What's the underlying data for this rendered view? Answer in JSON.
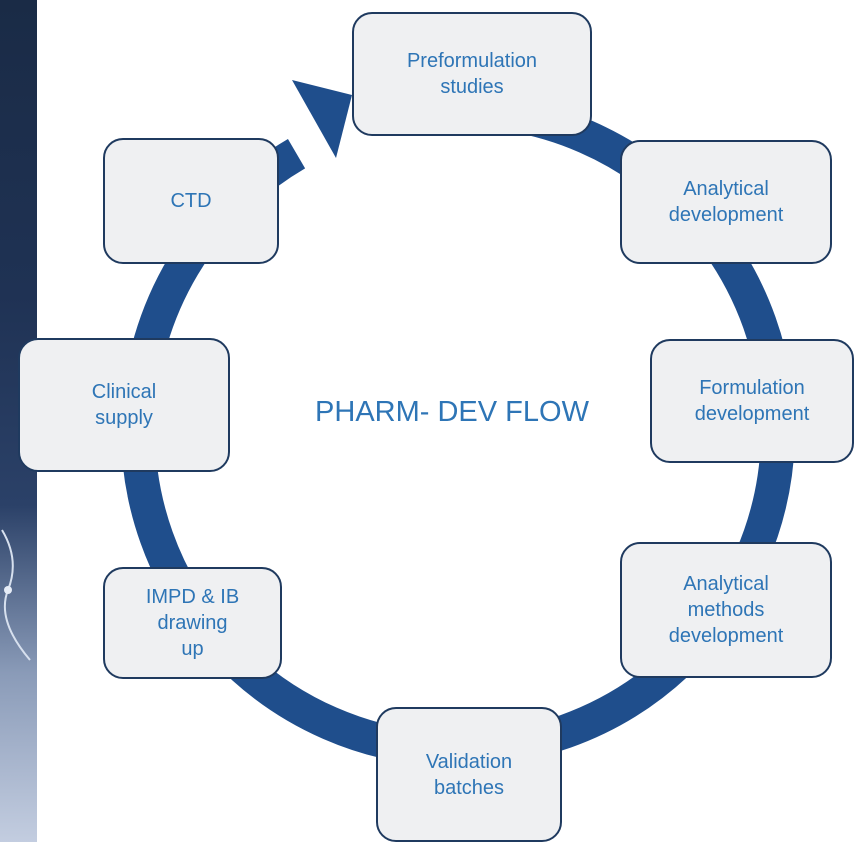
{
  "diagram": {
    "center_label": "PHARM- DEV FLOW",
    "colors": {
      "ring": "#1f4e8c",
      "node_fill": "#eff0f2",
      "node_border": "#1f3a5f",
      "text": "#2e75b6"
    },
    "steps": [
      {
        "label": "Preformulation\nstudies"
      },
      {
        "label": "Analytical\ndevelopment"
      },
      {
        "label": "Formulation\ndevelopment"
      },
      {
        "label": "Analytical\nmethods\ndevelopment"
      },
      {
        "label": "Validation\nbatches"
      },
      {
        "label": "IMPD & IB\ndrawing\nup"
      },
      {
        "label": "Clinical\nsupply"
      },
      {
        "label": "CTD"
      }
    ]
  }
}
